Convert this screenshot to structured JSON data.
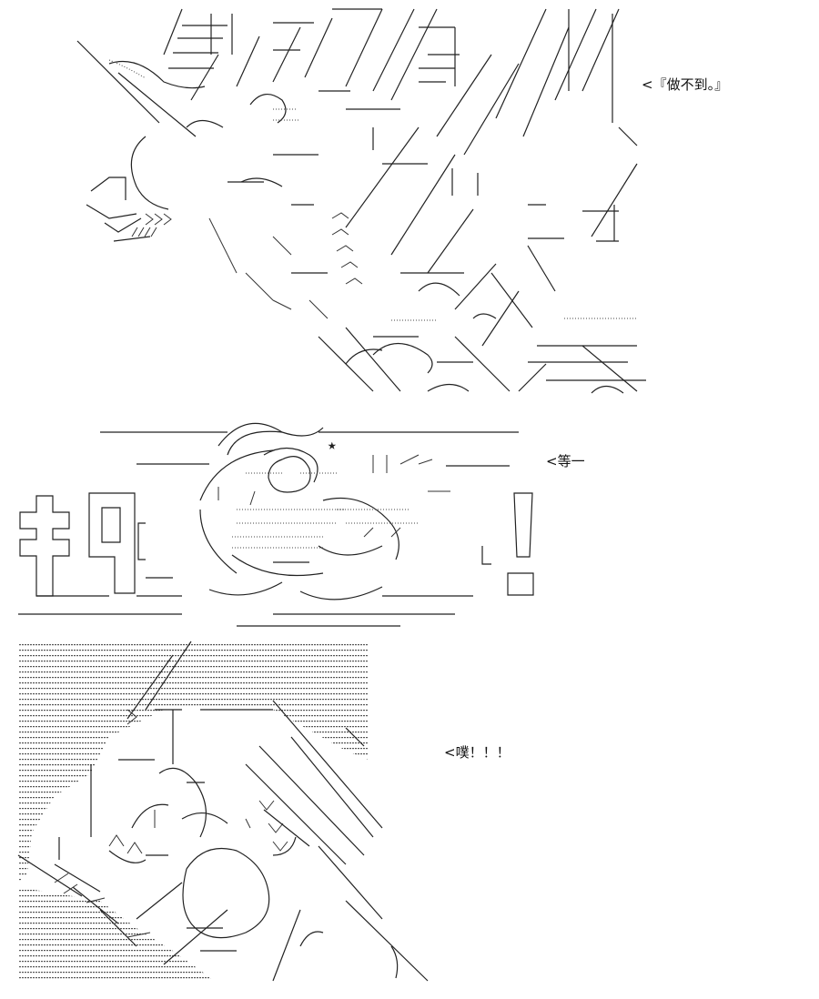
{
  "panels": [
    {
      "caption": "<『做不到。』"
    },
    {
      "caption": "<等一",
      "big_text": "ｷ9",
      "exclaim": "！"
    },
    {
      "caption": "<噗！！！"
    }
  ]
}
